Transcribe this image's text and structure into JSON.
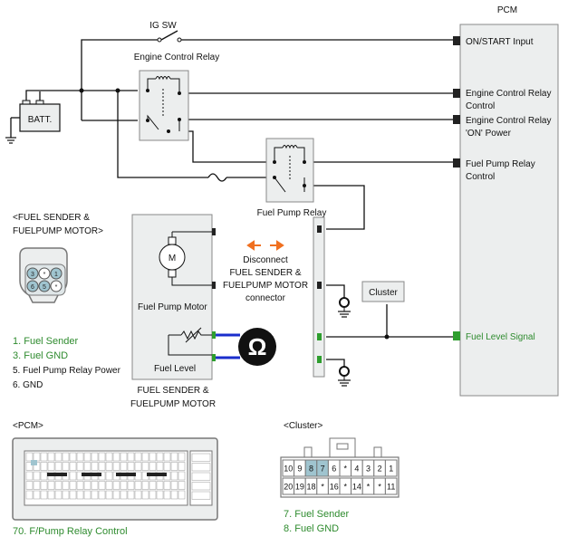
{
  "labels": {
    "pcm_title": "PCM",
    "ig_sw": "IG SW",
    "engine_control_relay": "Engine Control Relay",
    "batt": "BATT.",
    "fuel_pump_relay": "Fuel Pump Relay",
    "cluster": "Cluster",
    "fuel_pump_motor": "Fuel Pump Motor",
    "fuel_level": "Fuel Level",
    "motor_letter": "M",
    "ohm_symbol": "Ω",
    "module_title_1": "FUEL SENDER &",
    "module_title_2": "FUELPUMP MOTOR"
  },
  "pcm_pins": [
    {
      "line1": "ON/START Input",
      "line2": ""
    },
    {
      "line1": "Engine Control Relay",
      "line2": "Control"
    },
    {
      "line1": "Engine Control Relay",
      "line2": "'ON' Power"
    },
    {
      "line1": "Fuel Pump Relay",
      "line2": "Control"
    },
    {
      "line1": "Fuel Level Signal",
      "line2": ""
    }
  ],
  "disconnect_note": [
    "Disconnect",
    "FUEL SENDER &",
    "FUELPUMP MOTOR",
    "connector"
  ],
  "fuel_sender_connector": {
    "title_1": "<FUEL SENDER &",
    "title_2": "FUELPUMP MOTOR>",
    "pins": [
      "3",
      "*",
      "1",
      "6",
      "5",
      "*"
    ],
    "legend": [
      {
        "text": "1. Fuel Sender",
        "highlight": true
      },
      {
        "text": "3. Fuel GND",
        "highlight": true
      },
      {
        "text": "5. Fuel Pump Relay Power",
        "highlight": false
      },
      {
        "text": "6. GND",
        "highlight": false
      }
    ]
  },
  "pcm_connector": {
    "title": "<PCM>",
    "note": "70. F/Pump Relay Control"
  },
  "cluster_connector": {
    "title": "<Cluster>",
    "row1": [
      "10",
      "9",
      "8",
      "7",
      "6",
      "*",
      "4",
      "3",
      "2",
      "1"
    ],
    "row2": [
      "20",
      "19",
      "18",
      "*",
      "16",
      "*",
      "14",
      "*",
      "*",
      "11"
    ],
    "highlighted": [
      "8",
      "7"
    ],
    "legend": [
      "7. Fuel Sender",
      "8. Fuel GND"
    ]
  },
  "colors": {
    "wire": "#111111",
    "highlight_text": "#2e8b2e",
    "arrow": "#f07020",
    "probe": "#1a2ecc",
    "module_fill": "#eceeee",
    "pin_highlight": "#9fc4cf",
    "connector_green": "#2e9e2e"
  }
}
